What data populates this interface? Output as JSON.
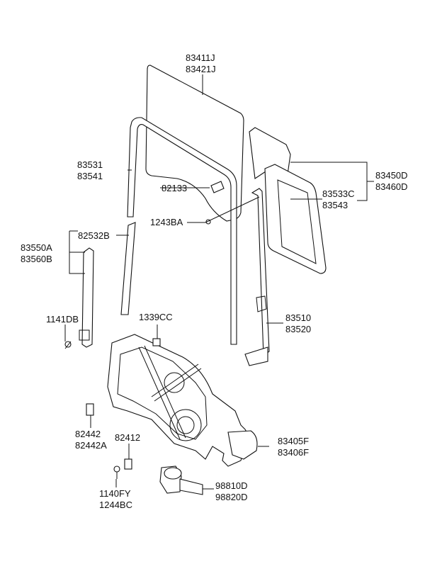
{
  "labels": {
    "glass_front": [
      "83411J",
      "83421J"
    ],
    "channel_run": [
      "83531",
      "83541"
    ],
    "bolt_82133": "82133",
    "bolt_1243ba": "1243BA",
    "quarter_glass": [
      "83450D",
      "83460D"
    ],
    "quarter_run": [
      "83533C",
      "83543"
    ],
    "clip_82532b": "82532B",
    "rear_channel": [
      "83550A",
      "83560B"
    ],
    "bolt_1141db": "1141DB",
    "nut_1339cc": "1339CC",
    "rail": [
      "83510",
      "83520"
    ],
    "clip_82442": [
      "82442",
      "82442A"
    ],
    "clip_82412": "82412",
    "regulator": [
      "83405F",
      "83406F"
    ],
    "screw_1140fy": [
      "1140FY",
      "1244BC"
    ],
    "motor": [
      "98810D",
      "98820D"
    ]
  }
}
